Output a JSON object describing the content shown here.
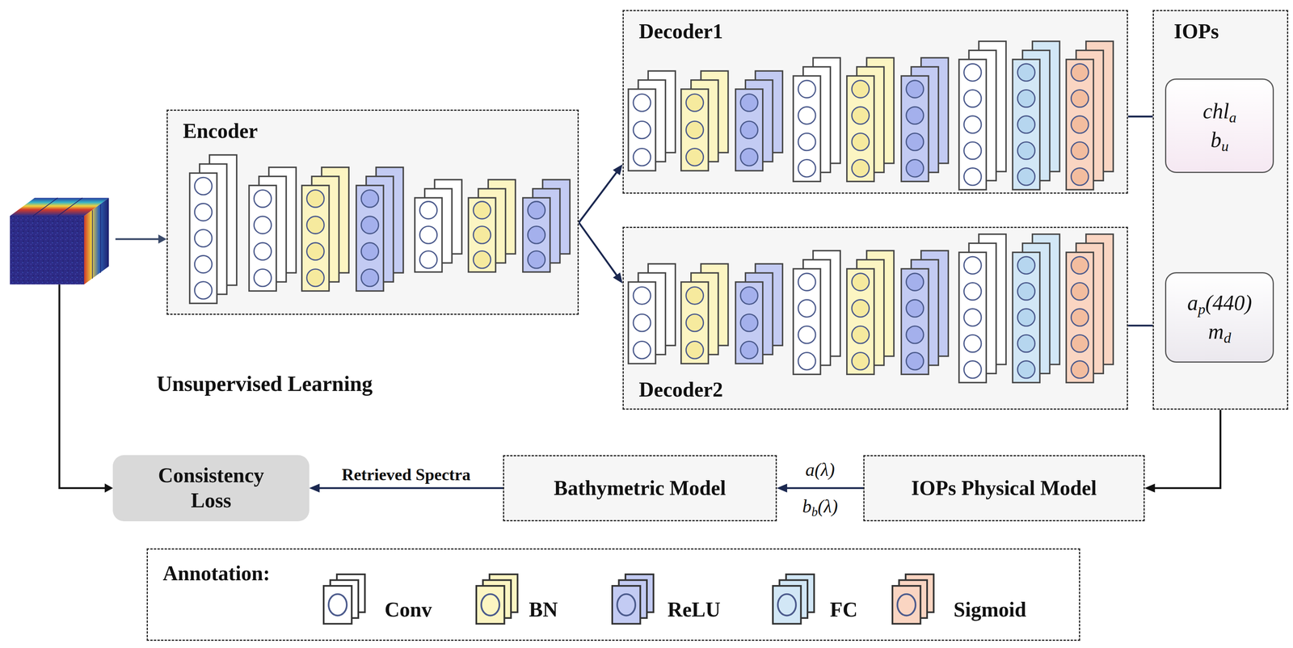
{
  "diagram": {
    "nodes": [
      {
        "text": [
          "Encoder"
        ]
      },
      {
        "text": [
          "Decoder1"
        ]
      },
      {
        "text": [
          "Decoder2"
        ]
      },
      {
        "text": [
          "IOPs"
        ]
      },
      {
        "text": [
          "chla",
          "bu"
        ],
        "in": 3
      },
      {
        "text": [
          "ap(440)",
          "md"
        ],
        "in": 3
      },
      {
        "text": [
          "Consistency Loss"
        ]
      },
      {
        "text": [
          "Bathymetric Model"
        ]
      },
      {
        "text": [
          "IOPs Physical Model"
        ]
      }
    ],
    "edges": [
      {
        "from": 0,
        "to": 1,
        "arrow": "to"
      },
      {
        "from": 0,
        "to": 2,
        "arrow": "to"
      },
      {
        "from": 1,
        "to": 4,
        "arrow": "to"
      },
      {
        "from": 2,
        "to": 5,
        "arrow": "to"
      },
      {
        "from": 3,
        "to": 8,
        "arrow": "to"
      },
      {
        "from": 8,
        "to": 7,
        "arrow": "to",
        "label": "a(λ) bb(λ)"
      },
      {
        "from": 7,
        "to": 6,
        "arrow": "to",
        "label": "Retrieved Spectra"
      }
    ],
    "labels": [
      "Unsupervised Learning",
      "Annotation:"
    ],
    "legend": [
      {
        "text": "Conv",
        "color": "#ffffff"
      },
      {
        "text": "BN",
        "color": "#fcf5c2"
      },
      {
        "text": "ReLU",
        "color": "#c3cbf3"
      },
      {
        "text": "FC",
        "color": "#d2e7f6"
      },
      {
        "text": "Sigmoid",
        "color": "#fad5c2"
      }
    ]
  }
}
